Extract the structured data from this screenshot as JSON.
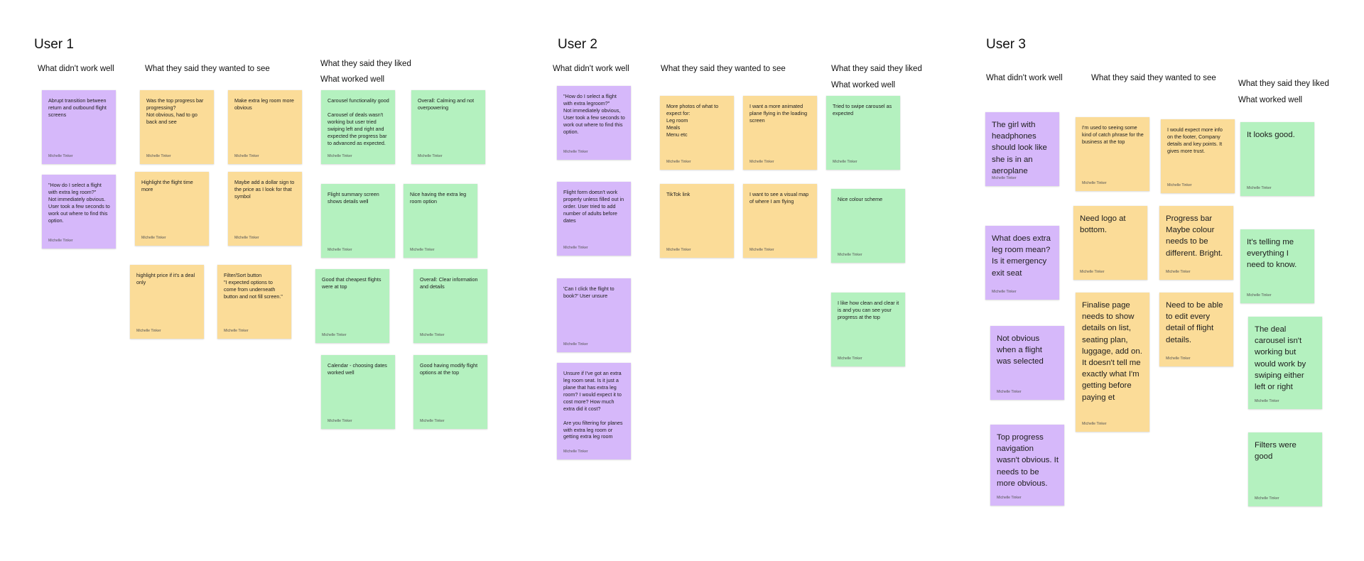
{
  "author": "Michelle Tinker",
  "users": [
    {
      "title": "User 1",
      "headers": {
        "didnt_work": "What didn't work well",
        "wanted": "What they said they wanted to see",
        "liked": "What they said they liked",
        "worked": "What worked well"
      },
      "notes": [
        {
          "color": "purple",
          "text": "Abrupt transition between return and outbound flight screens"
        },
        {
          "color": "purple",
          "text": "\"How do I select a flight with extra leg room?\"\nNot immediately obvious. User took a few seconds to work out where to find this option."
        },
        {
          "color": "yellow",
          "text": "Was the top progress bar progressing?\nNot obvious, had to go back and see"
        },
        {
          "color": "yellow",
          "text": "Make extra leg room more obvious"
        },
        {
          "color": "yellow",
          "text": "Highlight the flight time more"
        },
        {
          "color": "yellow",
          "text": "Maybe add a dollar sign to the price as I look for that symbol"
        },
        {
          "color": "yellow",
          "text": "highlight price if it's a deal only"
        },
        {
          "color": "yellow",
          "text": "Filter/Sort button\n\"I expected options to come from underneath button and not fill screen.\""
        },
        {
          "color": "green",
          "text": "Carousel functionality good\n\nCarousel of deals wasn't working but user tried swiping left and right and expected the progress bar to advanced as expected."
        },
        {
          "color": "green",
          "text": "Overall: Calming and not overpowering"
        },
        {
          "color": "green",
          "text": "Flight summary screen shows details well"
        },
        {
          "color": "green",
          "text": "Nice having the extra leg room option"
        },
        {
          "color": "green",
          "text": "Good that cheapest flights were at top"
        },
        {
          "color": "green",
          "text": "Overall: Clear information and details"
        },
        {
          "color": "green",
          "text": "Calendar - choosing dates worked well"
        },
        {
          "color": "green",
          "text": "Good having modify flight options at the top"
        }
      ]
    },
    {
      "title": "User 2",
      "headers": {
        "didnt_work": "What didn't work well",
        "wanted": "What they said they wanted to see",
        "liked": "What they said they liked",
        "worked": "What worked well"
      },
      "notes": [
        {
          "color": "purple",
          "text": "\"How do I select a flight with extra legroom?\"\nNot immediately obvious, User took a few seconds to work out where to find this option."
        },
        {
          "color": "purple",
          "text": "Flight form doesn't work properly unless filled out in order. User tried to add number of adults before dates"
        },
        {
          "color": "purple",
          "text": "'Can I click the flight to book?' User unsure"
        },
        {
          "color": "purple",
          "text": "Unsure if I've got an extra leg room seat. Is it just a plane that has extra leg room? I would expect it to cost more? How much extra did it cost?\n\nAre you filtering for planes with extra leg room or getting extra leg room"
        },
        {
          "color": "yellow",
          "text": "More photos of what to expect for:\nLeg room\nMeals\nMenu etc"
        },
        {
          "color": "yellow",
          "text": "I want a more animated plane flying in the loading screen"
        },
        {
          "color": "yellow",
          "text": "TikTok link"
        },
        {
          "color": "yellow",
          "text": "I want to see a visual map of where I am flying"
        },
        {
          "color": "green",
          "text": "Tried to swipe carousel as expected"
        },
        {
          "color": "green",
          "text": "Nice colour scheme"
        },
        {
          "color": "green",
          "text": "I like how clean and clear it is and you can see your progress at the top"
        }
      ]
    },
    {
      "title": "User 3",
      "headers": {
        "didnt_work": "What didn't work well",
        "wanted": "What they said they wanted to see",
        "liked": "What they said they liked",
        "worked": "What worked well"
      },
      "notes": [
        {
          "color": "purple",
          "text": "The girl with headphones should look like she is in an aeroplane"
        },
        {
          "color": "purple",
          "text": "What does extra leg room mean? Is it emergency exit seat"
        },
        {
          "color": "purple",
          "text": "Not obvious when a flight was selected"
        },
        {
          "color": "purple",
          "text": "Top progress navigation wasn't obvious. It needs to be more obvious."
        },
        {
          "color": "yellow",
          "text": "I'm used to seeing some kind of catch phrase for the business at the top"
        },
        {
          "color": "yellow",
          "text": "I would expect more info on the footer, Company details and key points. It gives more trust."
        },
        {
          "color": "yellow",
          "text": "Need logo at bottom."
        },
        {
          "color": "yellow",
          "text": "Progress bar Maybe colour needs to be different. Bright."
        },
        {
          "color": "yellow",
          "text": "Finalise page needs to show details on list, seating plan, luggage, add on. It doesn't tell me exactly what I'm getting before paying et"
        },
        {
          "color": "yellow",
          "text": "Need to be able to edit every detail of flight details."
        },
        {
          "color": "green",
          "text": "It looks good."
        },
        {
          "color": "green",
          "text": "It's telling me everything I need to know."
        },
        {
          "color": "green",
          "text": "The deal carousel isn't working but would work by swiping either left or right"
        },
        {
          "color": "green",
          "text": "Filters were good"
        }
      ]
    }
  ]
}
